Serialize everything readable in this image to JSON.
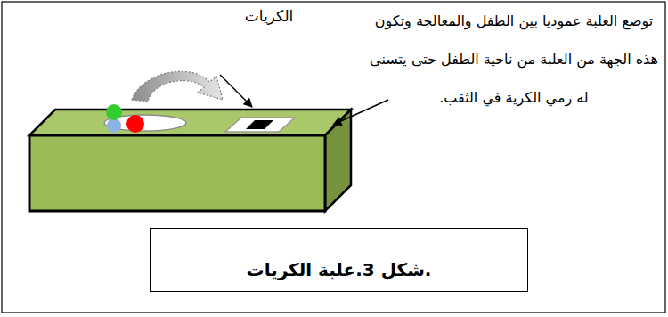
{
  "diagram": {
    "caption": ".شكل 3.علبة الكريات",
    "labels": [
      "الكريات",
      "توضع العلبة عموديا بين الطفل والمعالجة وتكون هذه الجهة من العلبة من ناحية الطفل حتى يتسنى له رمي الكرية في الثقب."
    ]
  }
}
